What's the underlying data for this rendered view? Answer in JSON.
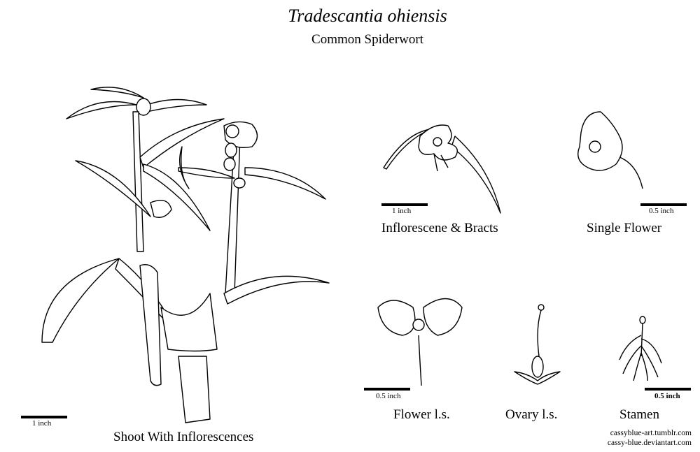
{
  "title": "Tradescantia ohiensis",
  "subtitle": "Common Spiderwort",
  "figures": [
    {
      "caption": "Shoot With Inflorescences",
      "scale": "1 inch"
    },
    {
      "caption": "Inflorescene & Bracts",
      "scale": "1 inch"
    },
    {
      "caption": "Single Flower",
      "scale": "0.5 inch"
    },
    {
      "caption": "Flower l.s.",
      "scale": "0.5 inch"
    },
    {
      "caption": "Ovary l.s."
    },
    {
      "caption": "Stamen",
      "scale": "0.5 inch"
    }
  ],
  "credits": [
    "cassyblue-art.tumblr.com",
    "cassy-blue.deviantart.com"
  ]
}
